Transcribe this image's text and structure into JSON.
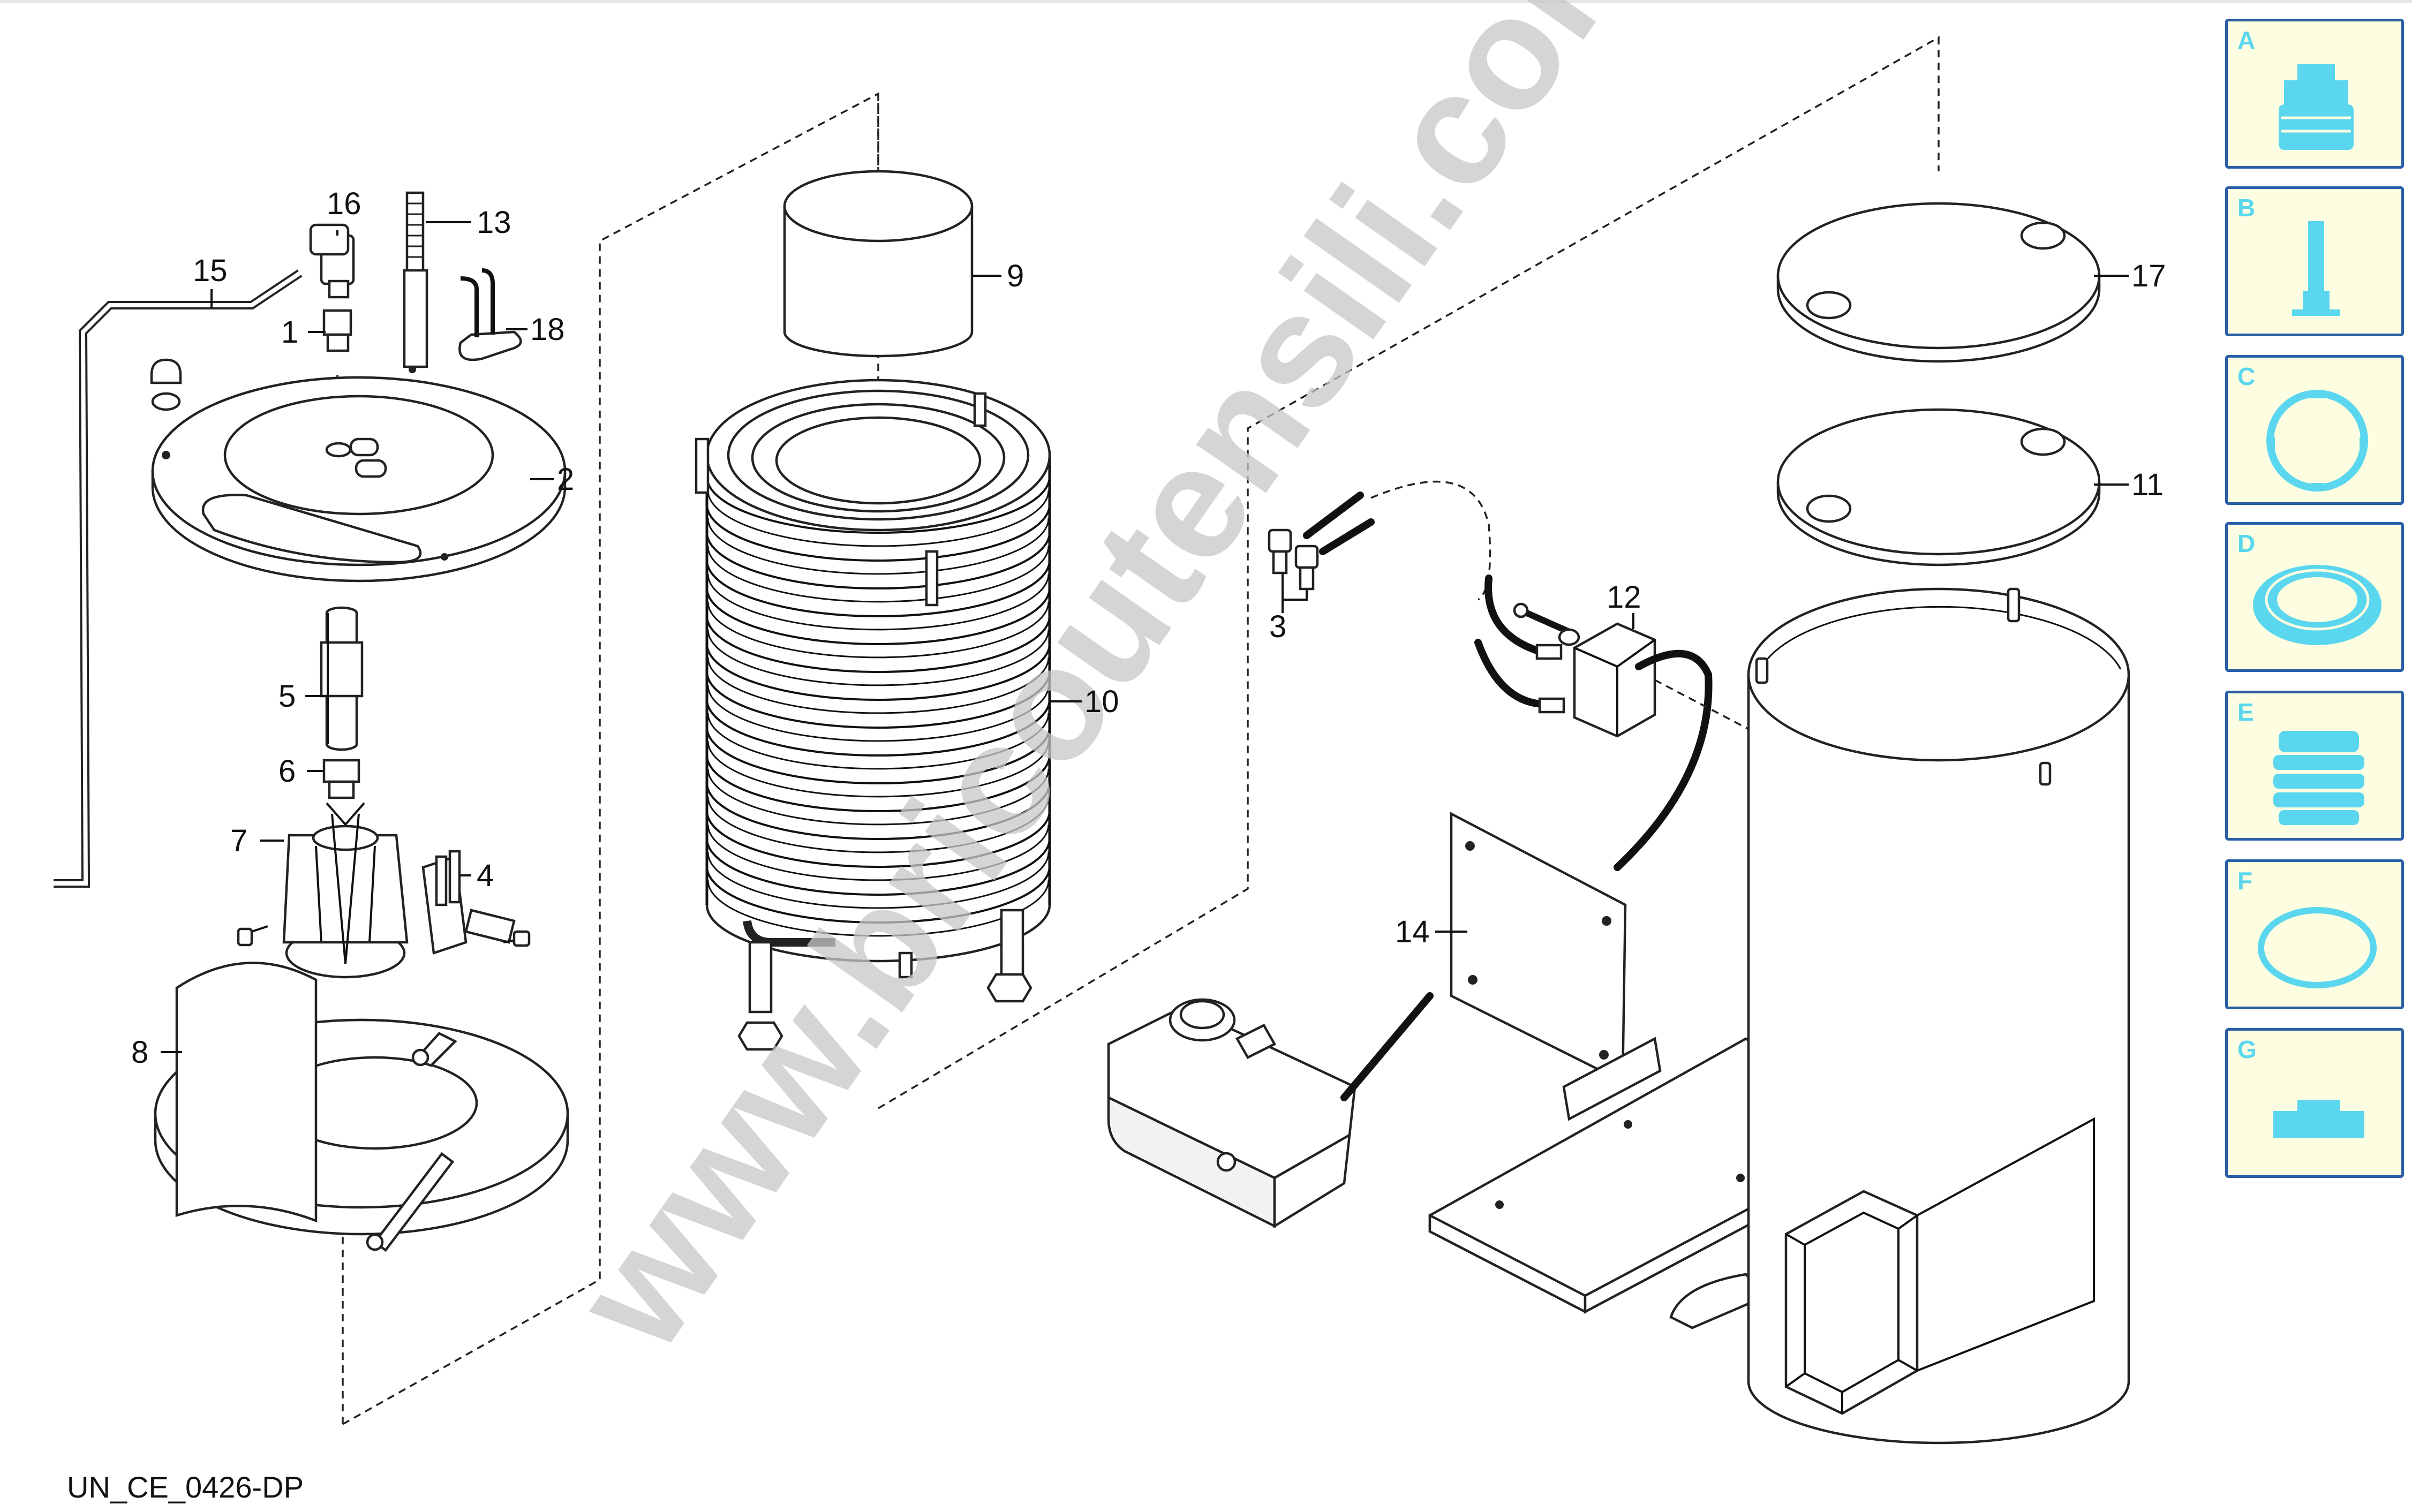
{
  "diagram_code": "UN_CE_0426-DP",
  "watermark": "www.bricoutensili.com",
  "part_labels": {
    "p1": "1",
    "p2": "2",
    "p3": "3",
    "p4": "4",
    "p5": "5",
    "p6": "6",
    "p7": "7",
    "p8": "8",
    "p9": "9",
    "p10": "10",
    "p11": "11",
    "p12": "12",
    "p13": "13",
    "p14": "14",
    "p15": "15",
    "p16": "16",
    "p17": "17",
    "p18": "18"
  },
  "kit_panel": [
    {
      "letter": "A",
      "icon": "fitting-icon"
    },
    {
      "letter": "B",
      "icon": "pin-icon"
    },
    {
      "letter": "C",
      "icon": "gasket-ring-icon"
    },
    {
      "letter": "D",
      "icon": "washer-icon"
    },
    {
      "letter": "E",
      "icon": "bellows-icon"
    },
    {
      "letter": "F",
      "icon": "o-ring-icon"
    },
    {
      "letter": "G",
      "icon": "bracket-icon"
    }
  ],
  "colors": {
    "kit_border": "#2a5fa8",
    "kit_bg": "#fdfde2",
    "kit_icon": "#5ad6ee"
  }
}
